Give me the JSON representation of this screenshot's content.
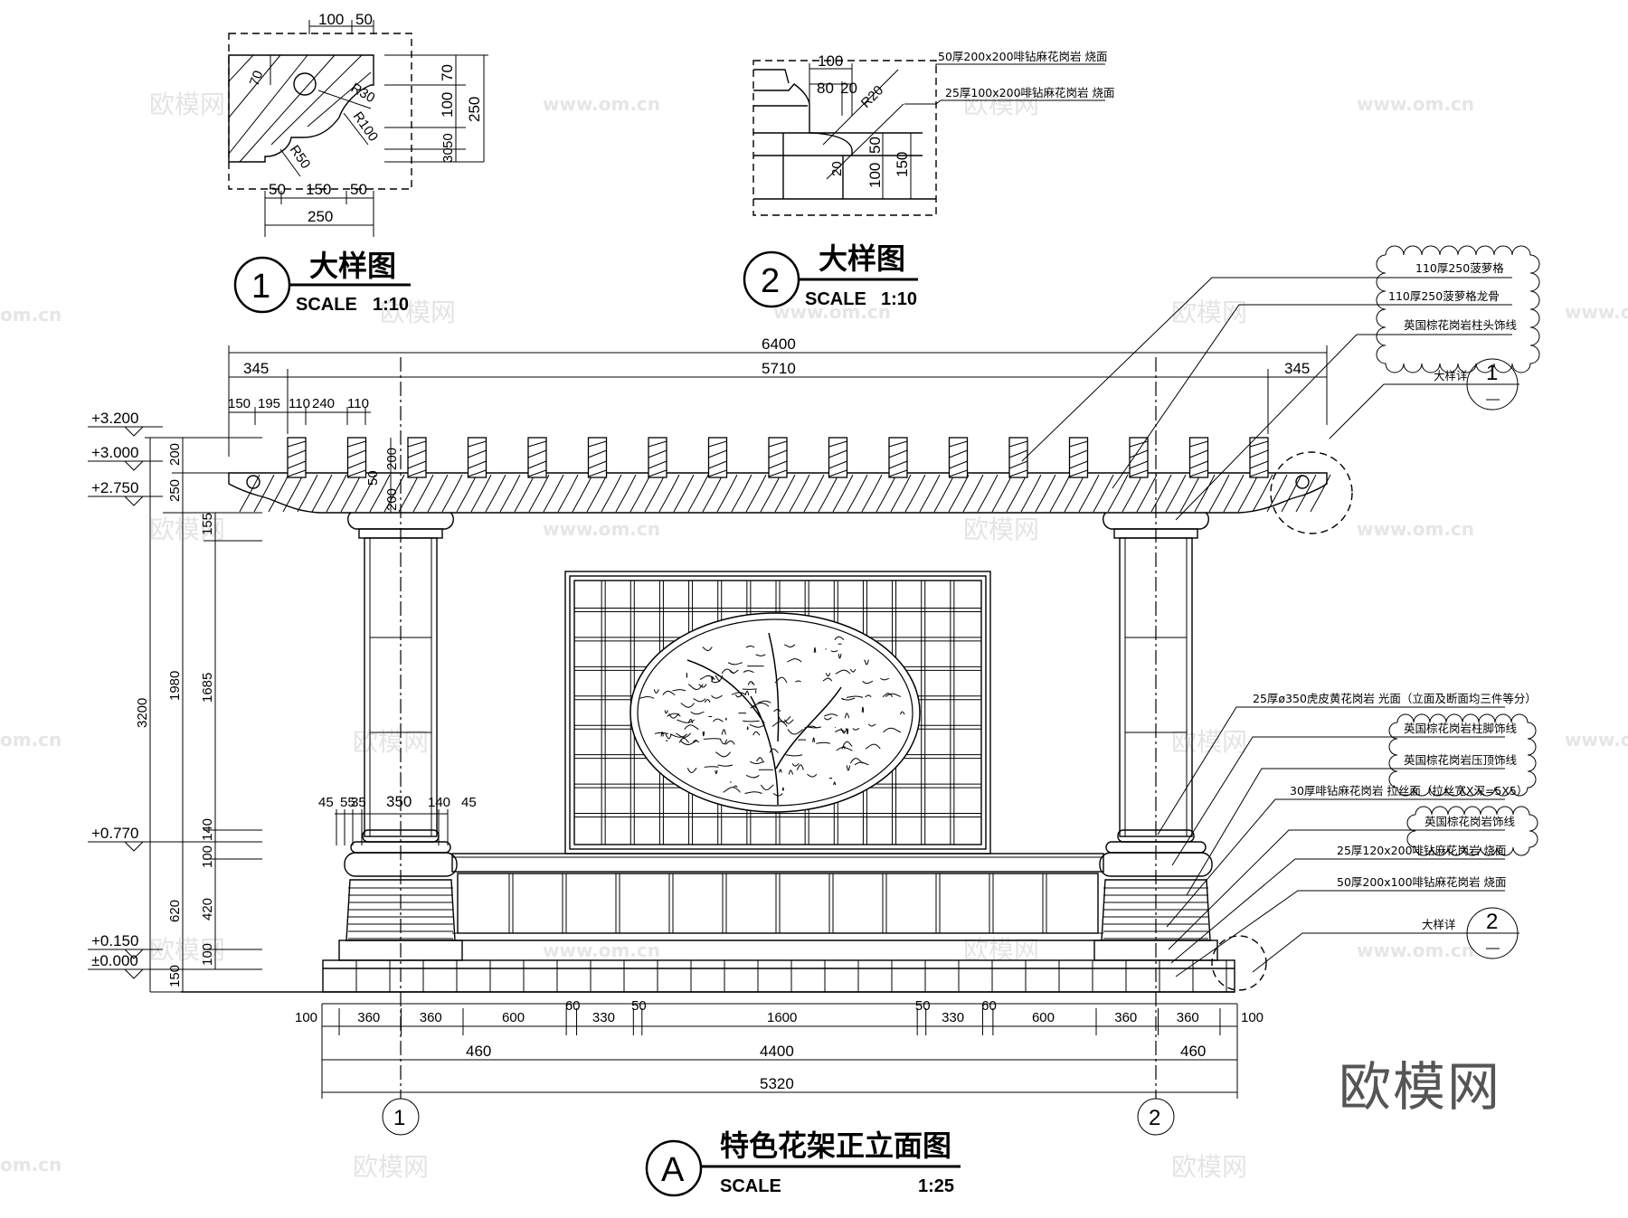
{
  "colors": {
    "line": "#000000",
    "watermark": "#e4e4e4",
    "brand": "#555555",
    "background": "#ffffff"
  },
  "detail1": {
    "number": "1",
    "title": "大样图",
    "scale_label": "SCALE",
    "scale_value": "1:10",
    "dims_top": [
      "100",
      "50"
    ],
    "dims_right": [
      "70",
      "100",
      "30",
      "50",
      "250"
    ],
    "dims_bottom": [
      "50",
      "150",
      "50",
      "250"
    ],
    "dim_inner": "70",
    "radii": [
      "R30",
      "R100",
      "R50"
    ]
  },
  "detail2": {
    "number": "2",
    "title": "大样图",
    "scale_label": "SCALE",
    "scale_value": "1:10",
    "dims_top": [
      "100",
      "80",
      "20"
    ],
    "radius": "R20",
    "dims_right": [
      "50",
      "100",
      "150"
    ],
    "dim_inner": "20",
    "notes": [
      "50厚200x200啡钻麻花岗岩  烧面",
      "25厚100x200啡钻麻花岗岩  烧面"
    ]
  },
  "elevation": {
    "label": "A",
    "title": "特色花架正立面图",
    "scale_label": "SCALE",
    "scale_value": "1:25",
    "axis_labels": [
      "1",
      "2"
    ],
    "levels": [
      "+3.200",
      "+3.000",
      "+2.750",
      "+0.770",
      "+0.150",
      "±0.000"
    ],
    "dims_top": {
      "overall": "6400",
      "inner": "5710",
      "left_overhang": "345",
      "right_overhang": "345",
      "rafter_spacing": [
        "150",
        "195",
        "110",
        "240",
        "110"
      ]
    },
    "dims_left_outer": [
      "200",
      "250",
      "3200",
      "150"
    ],
    "dims_left_mid": [
      "1980",
      "620"
    ],
    "dims_left_inner": [
      "155",
      "1685",
      "140",
      "100",
      "420",
      "100"
    ],
    "dims_rafter": [
      "200",
      "200",
      "50"
    ],
    "dims_column_base": [
      "45",
      "55",
      "35",
      "350",
      "140",
      "45"
    ],
    "dims_bottom_row1": [
      "100",
      "360",
      "360",
      "600",
      "60",
      "330",
      "50",
      "1600",
      "50",
      "330",
      "60",
      "600",
      "360",
      "360",
      "100"
    ],
    "dims_bottom_row2": [
      "460",
      "4400",
      "460"
    ],
    "dims_bottom_row3": "5320",
    "notes_top": [
      "110厚250菠萝格",
      "110厚250菠萝格龙骨",
      "英国棕花岗岩柱头饰线"
    ],
    "detail_ref_1": {
      "label": "大样详",
      "number": "1",
      "sheet": "—"
    },
    "notes_bottom": [
      "25厚ø350虎皮黄花岗岩  光面（立面及断面均三件等分）",
      "英国棕花岗岩柱脚饰线",
      "英国棕花岗岩压顶饰线",
      "30厚啡钻麻花岗岩  拉丝面（拉丝宽X深=5X5）",
      "英国棕花岗岩饰线",
      "25厚120x200啡钻麻花岗岩  烧面",
      "50厚200x100啡钻麻花岗岩  烧面"
    ],
    "detail_ref_2": {
      "label": "大样详",
      "number": "2",
      "sheet": "—"
    },
    "screen": {
      "grid_cols": 14,
      "grid_rows": 9,
      "motif": "tree-relief-oval"
    },
    "rafter_count": 17
  },
  "watermarks": {
    "brand_cn": "欧模网",
    "url": "www.om.cn",
    "url_short": "om.cn"
  },
  "brand_logo": "欧模网"
}
